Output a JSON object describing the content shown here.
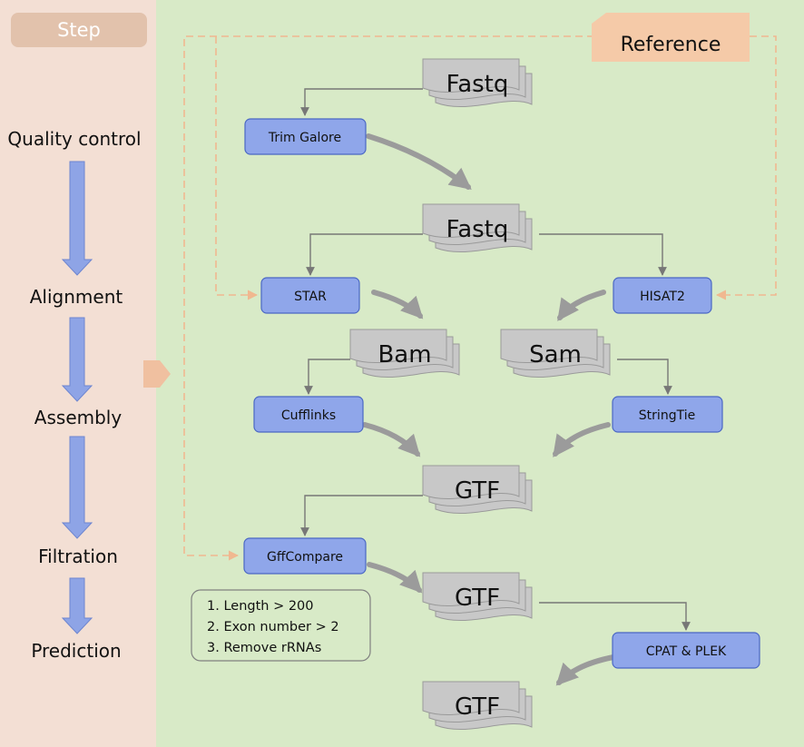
{
  "sidebar": {
    "header": "Step",
    "steps": [
      {
        "label": "Quality control"
      },
      {
        "label": "Alignment"
      },
      {
        "label": "Assembly"
      },
      {
        "label": "Filtration"
      },
      {
        "label": "Prediction"
      }
    ]
  },
  "reference": {
    "label": "Reference"
  },
  "files": {
    "fastq_raw": "Fastq",
    "fastq_trimmed": "Fastq",
    "bam": "Bam",
    "sam": "Sam",
    "gtf_assembled": "GTF",
    "gtf_filtered": "GTF",
    "gtf_final": "GTF"
  },
  "tools": {
    "trim_galore": "Trim Galore",
    "star": "STAR",
    "hisat2": "HISAT2",
    "cufflinks": "Cufflinks",
    "stringtie": "StringTie",
    "gffcompare": "GffCompare",
    "cpat_plek": "CPAT & PLEK"
  },
  "filter_criteria": [
    "1. Length > 200",
    "2. Exon number > 2",
    "3. Remove rRNAs"
  ],
  "colors": {
    "sidebar_bg": "#f3dfd4",
    "main_bg": "#d8eac7",
    "tool_fill": "#8fa6ea",
    "tool_stroke": "#4a67c4",
    "file_fill": "#c8c8c8",
    "file_stroke": "#9a9a9a",
    "reference_fill": "#f5caa8",
    "header_fill": "#e2c2ac",
    "header_text": "#ffffff",
    "dashed": "#f0b890",
    "connector": "#777777",
    "curved_arrow": "#9b9b9b",
    "step_arrow": "#8ea4e6"
  }
}
